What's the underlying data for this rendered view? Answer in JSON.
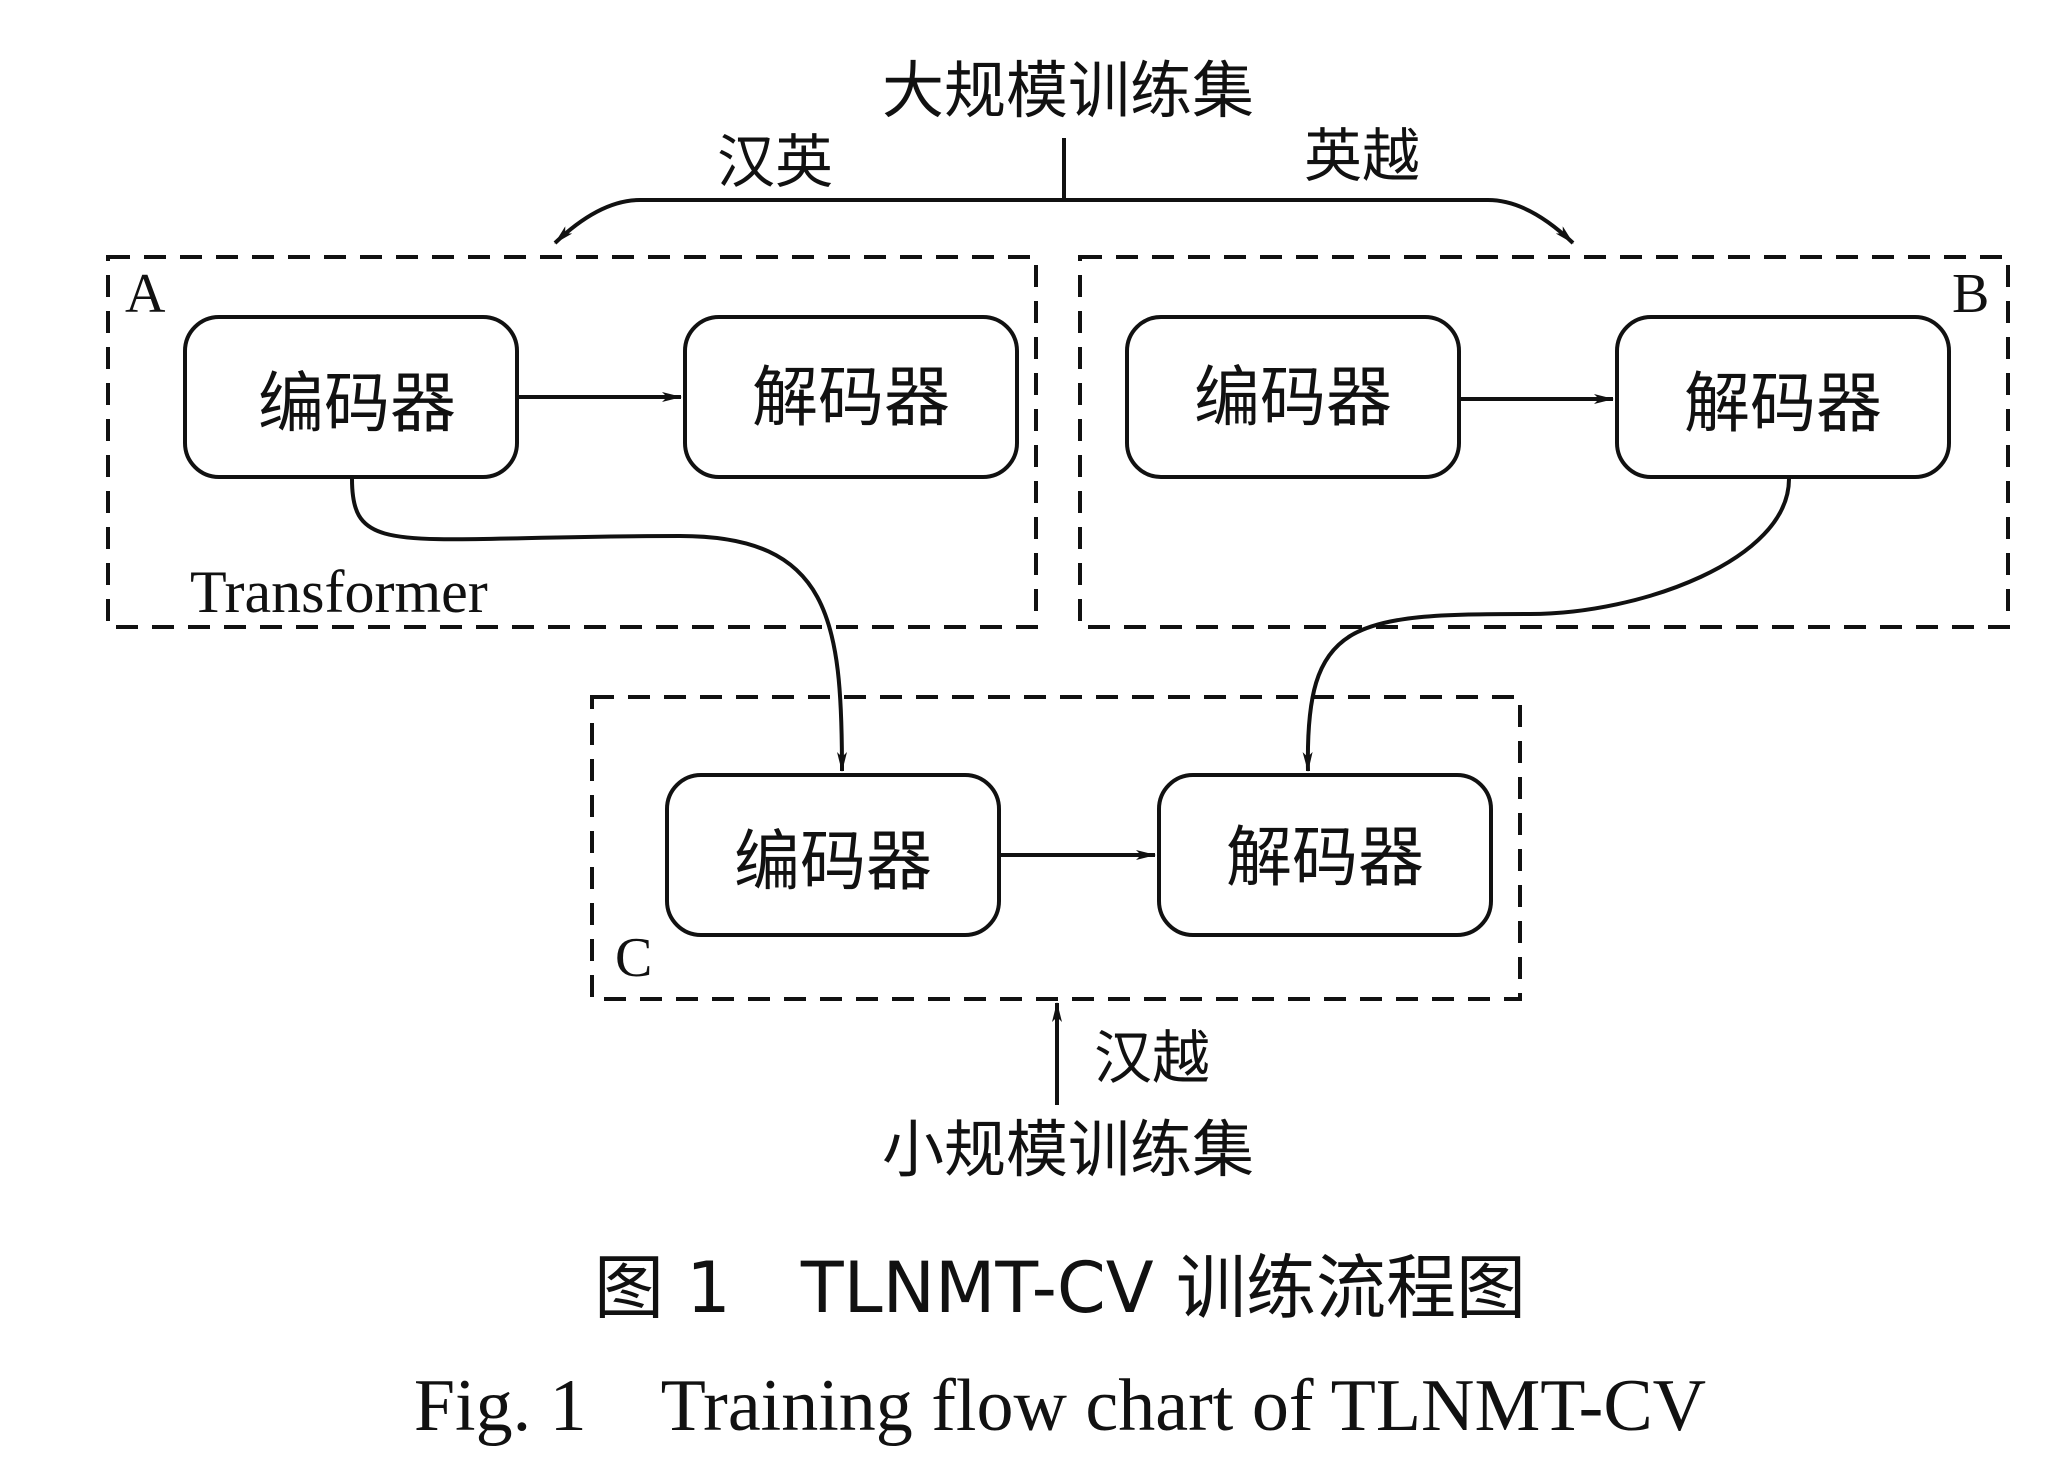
{
  "top": {
    "title": "大规模训练集",
    "left_label": "汉英",
    "right_label": "英越"
  },
  "groups": {
    "a": {
      "letter": "A",
      "caption": "Transformer",
      "encoder": "编码器",
      "decoder": "解码器"
    },
    "b": {
      "letter": "B",
      "encoder": "编码器",
      "decoder": "解码器"
    },
    "c": {
      "letter": "C",
      "encoder": "编码器",
      "decoder": "解码器"
    }
  },
  "bottom": {
    "label": "汉越",
    "title": "小规模训练集"
  },
  "caption": {
    "cn": "图 1　TLNMT-CV 训练流程图",
    "en": "Fig. 1　Training flow chart of TLNMT-CV"
  }
}
